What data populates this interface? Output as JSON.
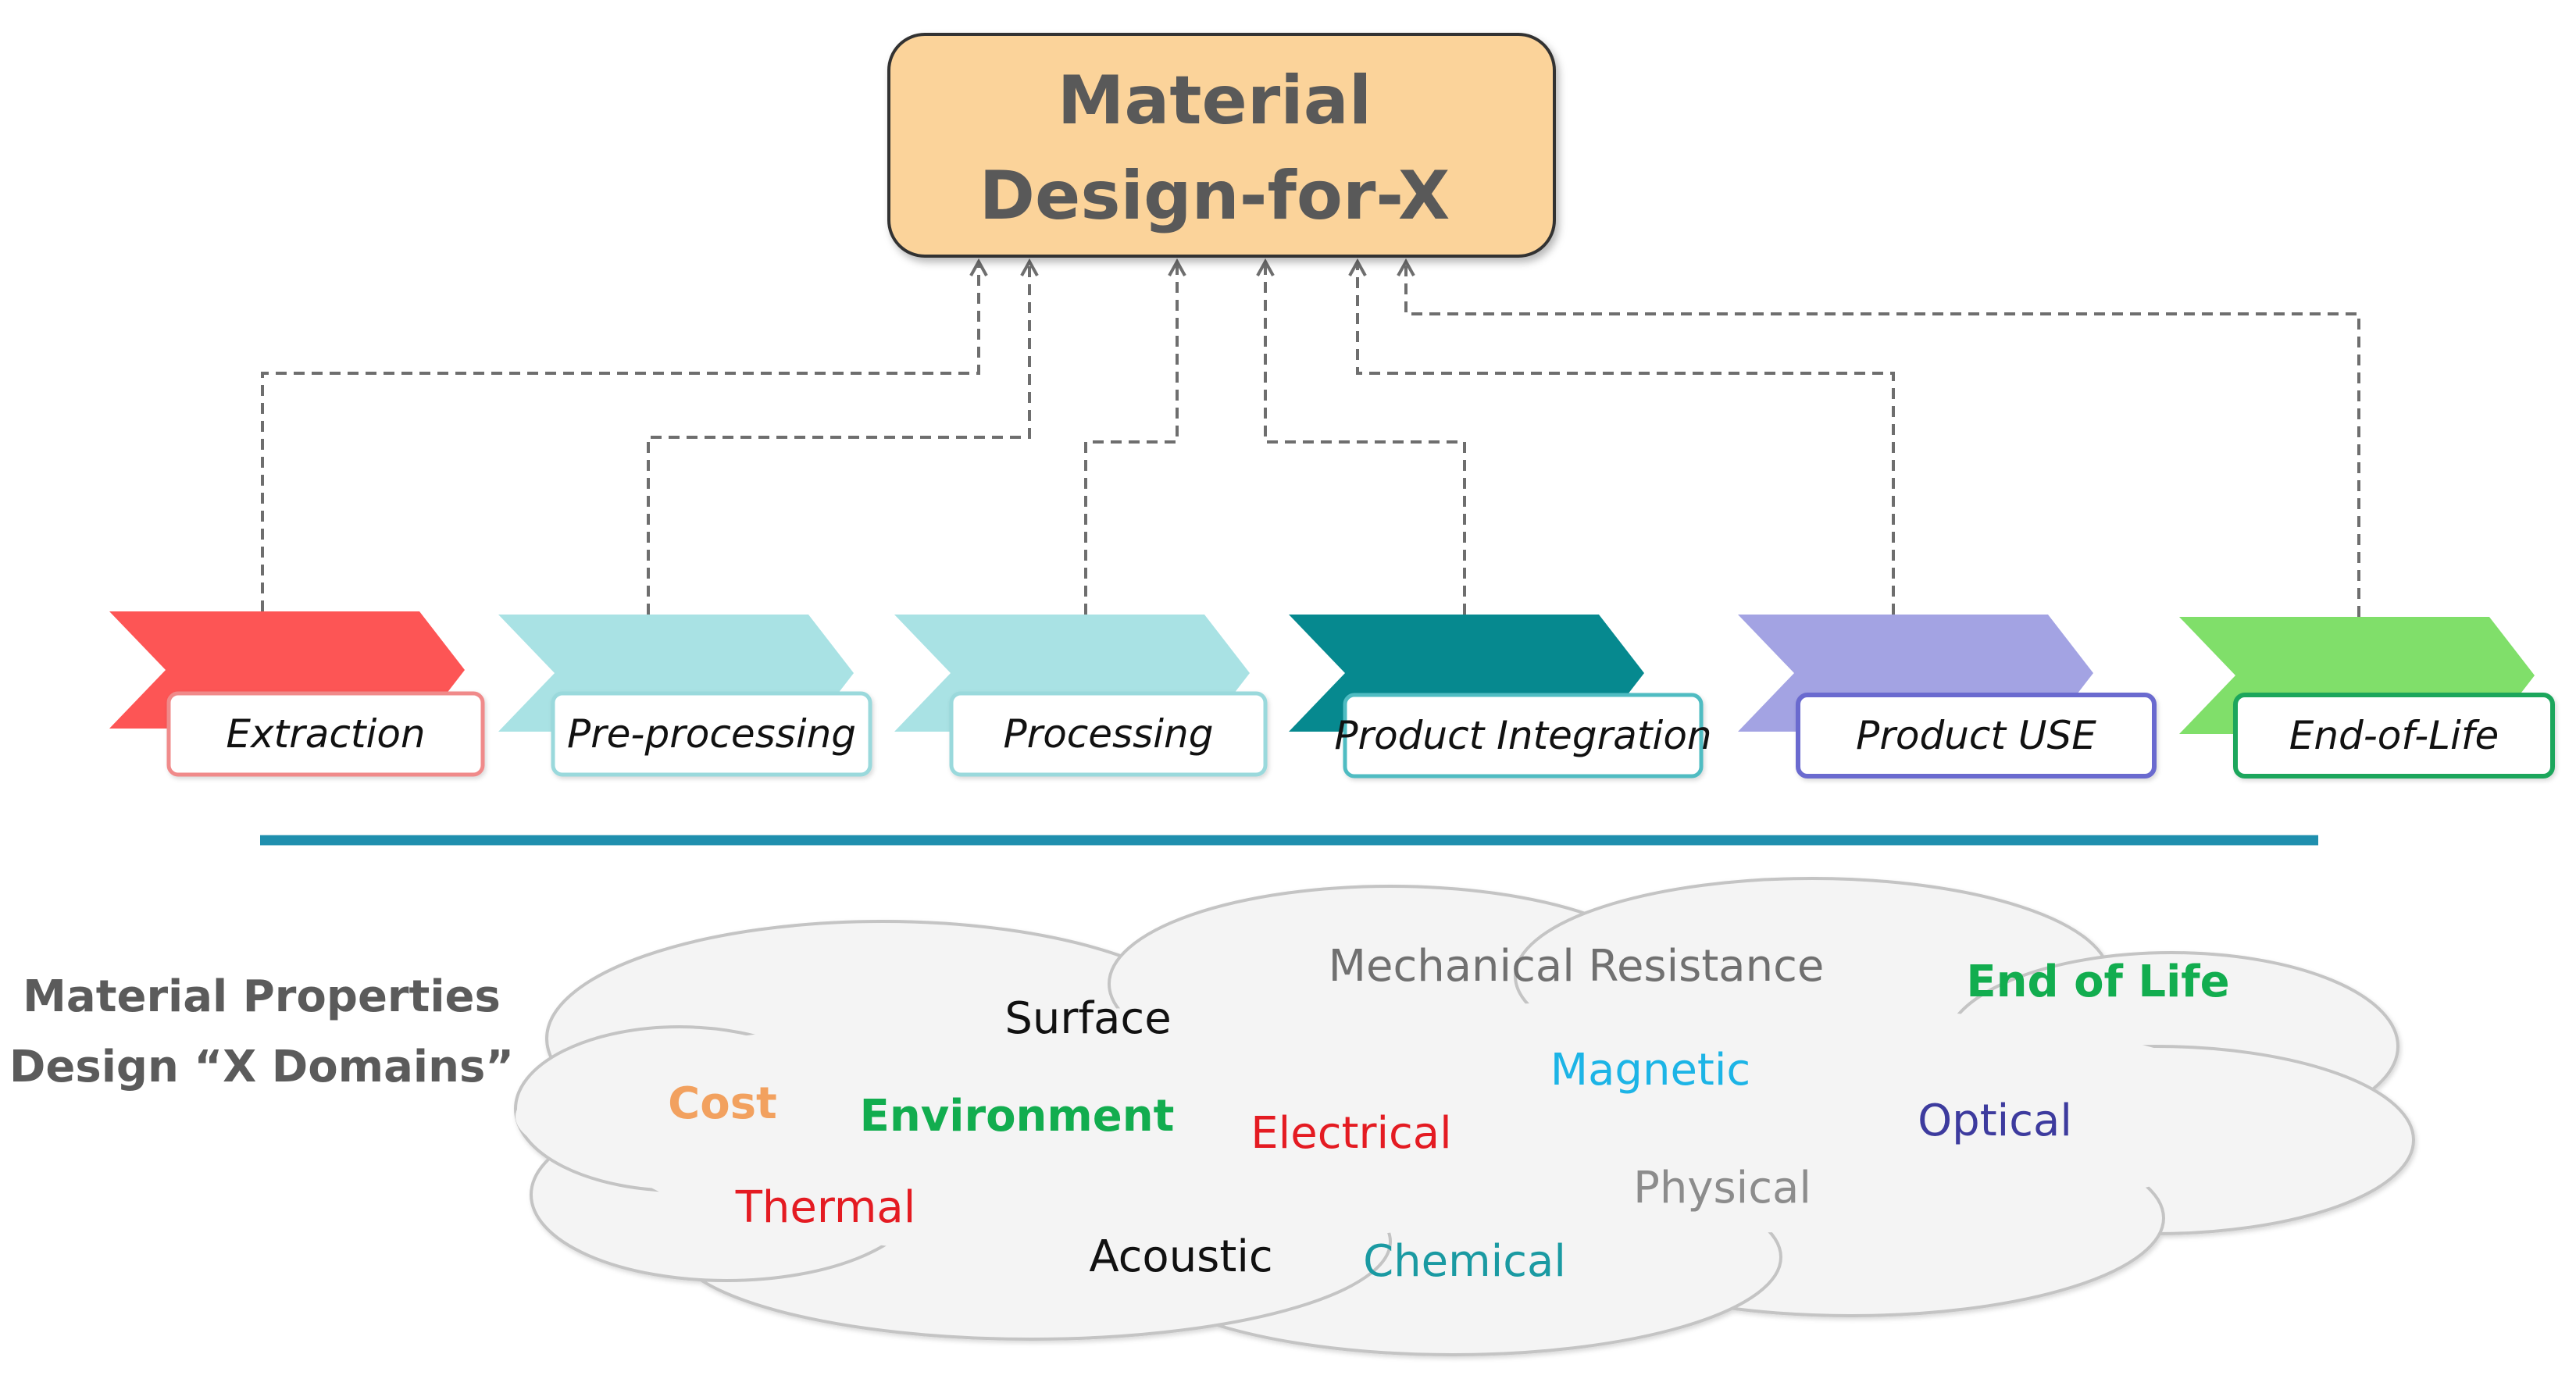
{
  "title": {
    "line1": "Material",
    "line2": "Design-for-X",
    "fill": "#fbd39a",
    "stroke": "#333333"
  },
  "stages": [
    {
      "label": "Extraction",
      "chevron": "#fd5555",
      "border": "#f08a8a"
    },
    {
      "label": "Pre-processing",
      "chevron": "#a9e2e4",
      "border": "#9ad9dc"
    },
    {
      "label": "Processing",
      "chevron": "#a9e2e4",
      "border": "#9ad9dc"
    },
    {
      "label": "Product Integration",
      "chevron": "#06898f",
      "border": "#4fbcc2"
    },
    {
      "label": "Product USE",
      "chevron": "#a3a3e3",
      "border": "#6b6bcf"
    },
    {
      "label": "End-of-Life",
      "chevron": "#80df6a",
      "border": "#1fa65c"
    }
  ],
  "divider_color": "#1f8fae",
  "properties": {
    "line1": "Material Properties",
    "line2": "Design “X Domains”"
  },
  "domains": [
    {
      "label": "Mechanical Resistance",
      "color": "#707070",
      "bold": false
    },
    {
      "label": "End of Life",
      "color": "#12ad4f",
      "bold": true
    },
    {
      "label": "Surface",
      "color": "#111111",
      "bold": false
    },
    {
      "label": "Magnetic",
      "color": "#1cb4e6",
      "bold": false
    },
    {
      "label": "Cost",
      "color": "#f2a15f",
      "bold": true
    },
    {
      "label": "Environment",
      "color": "#12ad4f",
      "bold": true
    },
    {
      "label": "Electrical",
      "color": "#e41b22",
      "bold": false
    },
    {
      "label": "Optical",
      "color": "#3d3b9e",
      "bold": false
    },
    {
      "label": "Physical",
      "color": "#8c8c8c",
      "bold": false
    },
    {
      "label": "Thermal",
      "color": "#e41b22",
      "bold": false
    },
    {
      "label": "Acoustic",
      "color": "#111111",
      "bold": false
    },
    {
      "label": "Chemical",
      "color": "#1a9aa2",
      "bold": false
    }
  ]
}
